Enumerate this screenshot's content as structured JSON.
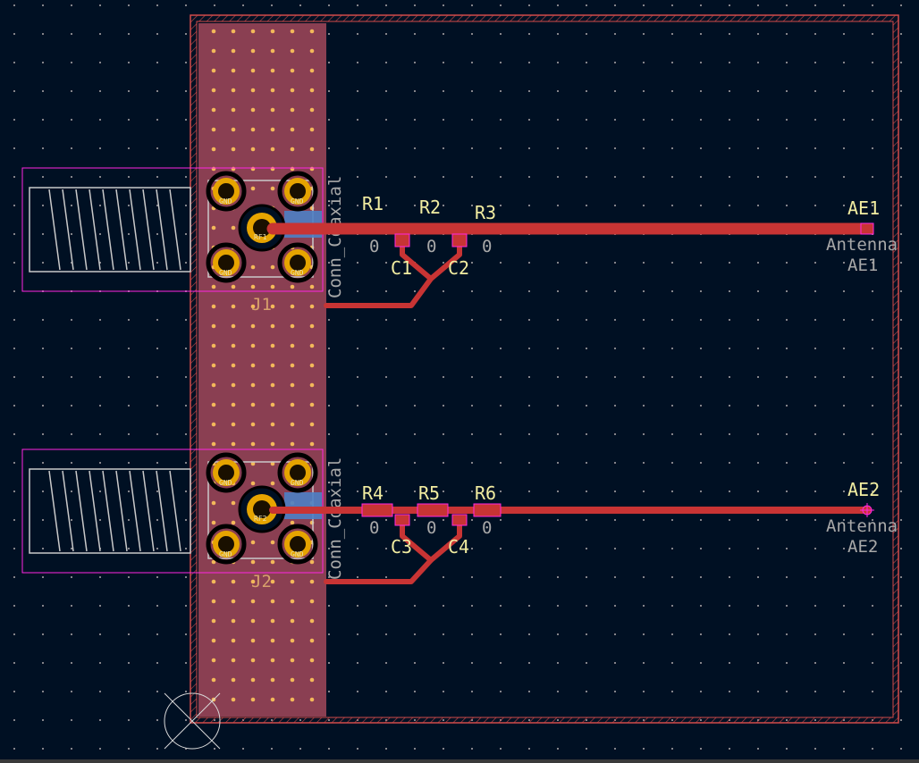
{
  "colors": {
    "background": "#001023",
    "grid": "#84848a",
    "board_edge": "#d24a4a",
    "copper_zone": "#8a3f52",
    "track": "#c83434",
    "pad_gold": "#e6a400",
    "silkscreen": "#f2eda1",
    "fab": "#d7a06b",
    "courtyard": "#ff26e2",
    "back_copper": "#4d7fc4"
  },
  "connectors": [
    {
      "ref": "J1",
      "value": "Conn_Coaxial",
      "center_pin": "1",
      "center_net": "RF1",
      "ground_pin": "2",
      "ground_net": "GND"
    },
    {
      "ref": "J2",
      "value": "Conn_Coaxial",
      "center_pin": "1",
      "center_net": "RF2",
      "ground_pin": "2",
      "ground_net": "GND"
    }
  ],
  "resistors": [
    {
      "ref": "R1",
      "value": "0"
    },
    {
      "ref": "R2",
      "value": "0"
    },
    {
      "ref": "R3",
      "value": "0"
    },
    {
      "ref": "R4",
      "value": "0"
    },
    {
      "ref": "R5",
      "value": "0"
    },
    {
      "ref": "R6",
      "value": "0"
    }
  ],
  "capacitors": [
    {
      "ref": "C1"
    },
    {
      "ref": "C2"
    },
    {
      "ref": "C3"
    },
    {
      "ref": "C4"
    }
  ],
  "antennas": [
    {
      "ref": "AE1",
      "value": "Antenna",
      "fab_ref": "AE1"
    },
    {
      "ref": "AE2",
      "value": "Antenna",
      "fab_ref": "AE2"
    }
  ]
}
